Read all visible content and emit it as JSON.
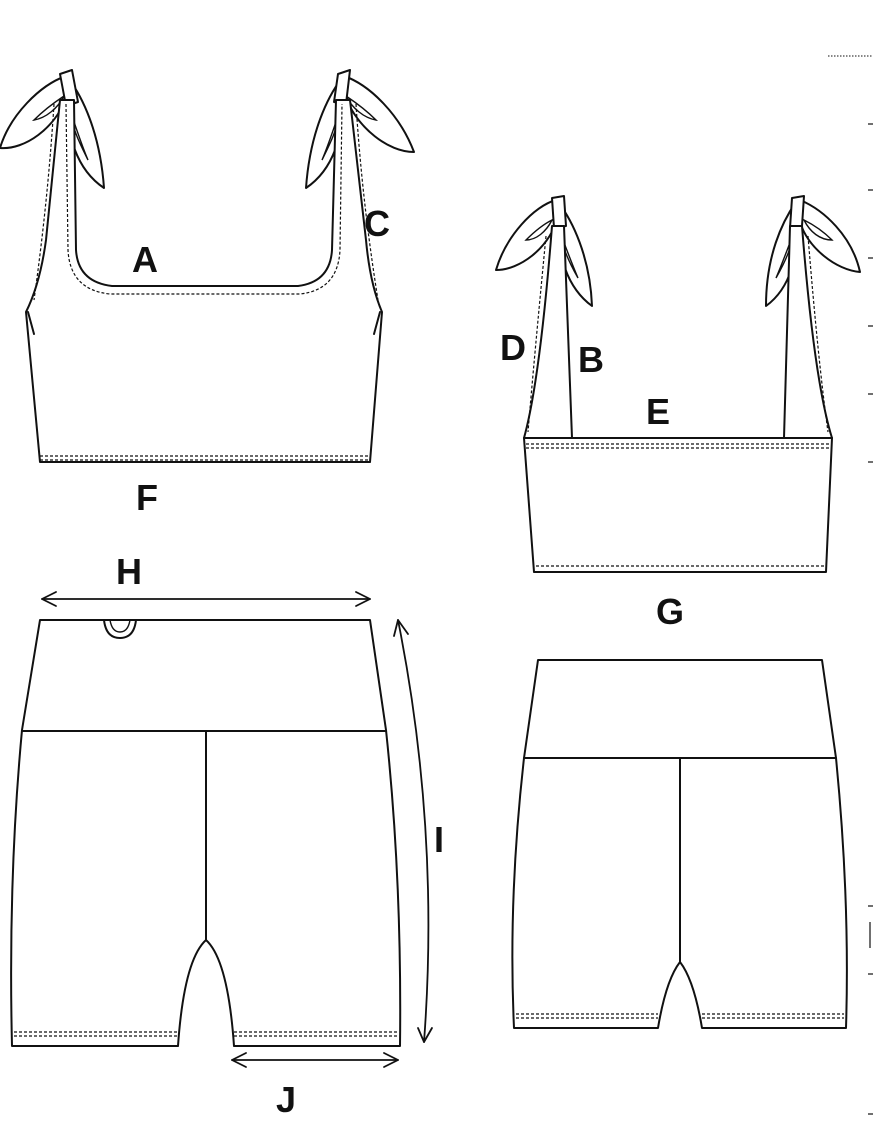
{
  "labels": {
    "a": "A",
    "b": "B",
    "c": "C",
    "d": "D",
    "e": "E",
    "f": "F",
    "g": "G",
    "h": "H",
    "i": "I",
    "j": "J"
  },
  "colors": {
    "line": "#111111",
    "background": "#ffffff"
  }
}
